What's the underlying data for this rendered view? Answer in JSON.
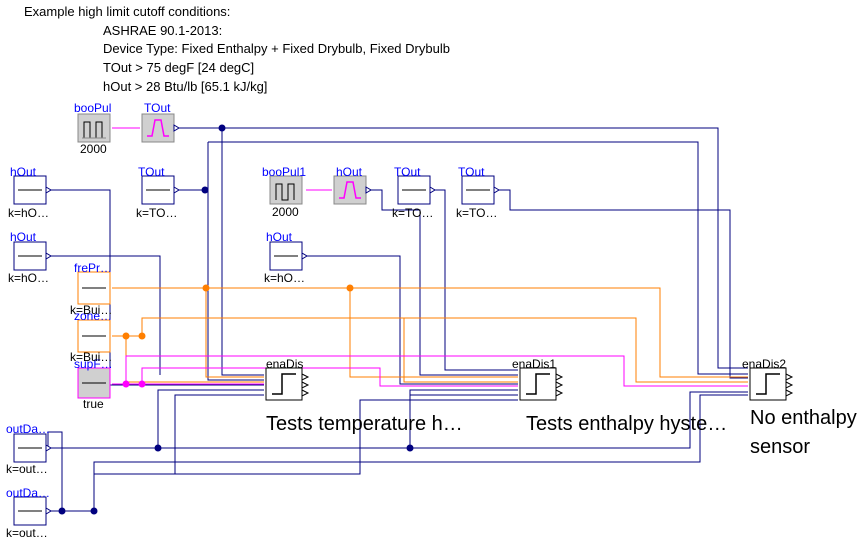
{
  "header": {
    "line1": "Example high limit cutoff conditions:",
    "line2": "ASHRAE 90.1-2013:",
    "line3": "Device Type: Fixed Enthalpy + Fixed Drybulb, Fixed Drybulb",
    "line4": "TOut > 75 degF [24 degC]",
    "line5": "hOut > 28 Btu/lb [65.1 kJ/kg]"
  },
  "blocks": {
    "booPul": {
      "name": "booPul",
      "param": "2000"
    },
    "tOut_ramp": {
      "name": "TOut"
    },
    "booPul1": {
      "name": "booPul1",
      "param": "2000"
    },
    "hOut_ramp": {
      "name": "hOut"
    },
    "hOut_c1": {
      "name": "hOut",
      "param": "k=hO…"
    },
    "tOut_c1": {
      "name": "TOut",
      "param": "k=TO…"
    },
    "tOut_c2": {
      "name": "TOut",
      "param": "k=TO…"
    },
    "tOut_c3": {
      "name": "TOut",
      "param": "k=TO…"
    },
    "hOut_c2": {
      "name": "hOut",
      "param": "k=hO…"
    },
    "hOut_c3": {
      "name": "hOut",
      "param": "k=hO…"
    },
    "frePr": {
      "name": "frePr…",
      "param": "k=Bui…"
    },
    "zone": {
      "name": "zone…",
      "param": "k=Bui…"
    },
    "supF": {
      "name": "supF…",
      "param": "true"
    },
    "outDa1": {
      "name": "outDa…",
      "param": "k=out…"
    },
    "outDa2": {
      "name": "outDa…",
      "param": "k=out…"
    },
    "ecoDis": {
      "name": "enaDis"
    },
    "ecoDis1": {
      "name": "enaDis1"
    },
    "ecoDis2": {
      "name": "enaDis2"
    }
  },
  "descriptions": {
    "test1": "Tests temperature h…",
    "test2": "Tests enthalpy hyste…",
    "test3_line1": "No enthalpy",
    "test3_line2": "sensor"
  },
  "colors": {
    "real_signal": "#00007f",
    "integer_signal": "#ff7f00",
    "boolean_signal": "#ff00ff",
    "name_text": "#0000ff"
  }
}
